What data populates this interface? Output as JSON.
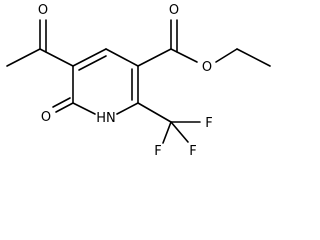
{
  "molecule": {
    "atoms": {
      "ring_nitrogen": "HN",
      "ring_carbonyl_oxygen": "O",
      "acetyl_oxygen": "O",
      "ester_carbonyl_oxygen": "O",
      "ester_ether_oxygen": "O",
      "fluorine_1": "F",
      "fluorine_2": "F",
      "fluorine_3": "F"
    }
  }
}
